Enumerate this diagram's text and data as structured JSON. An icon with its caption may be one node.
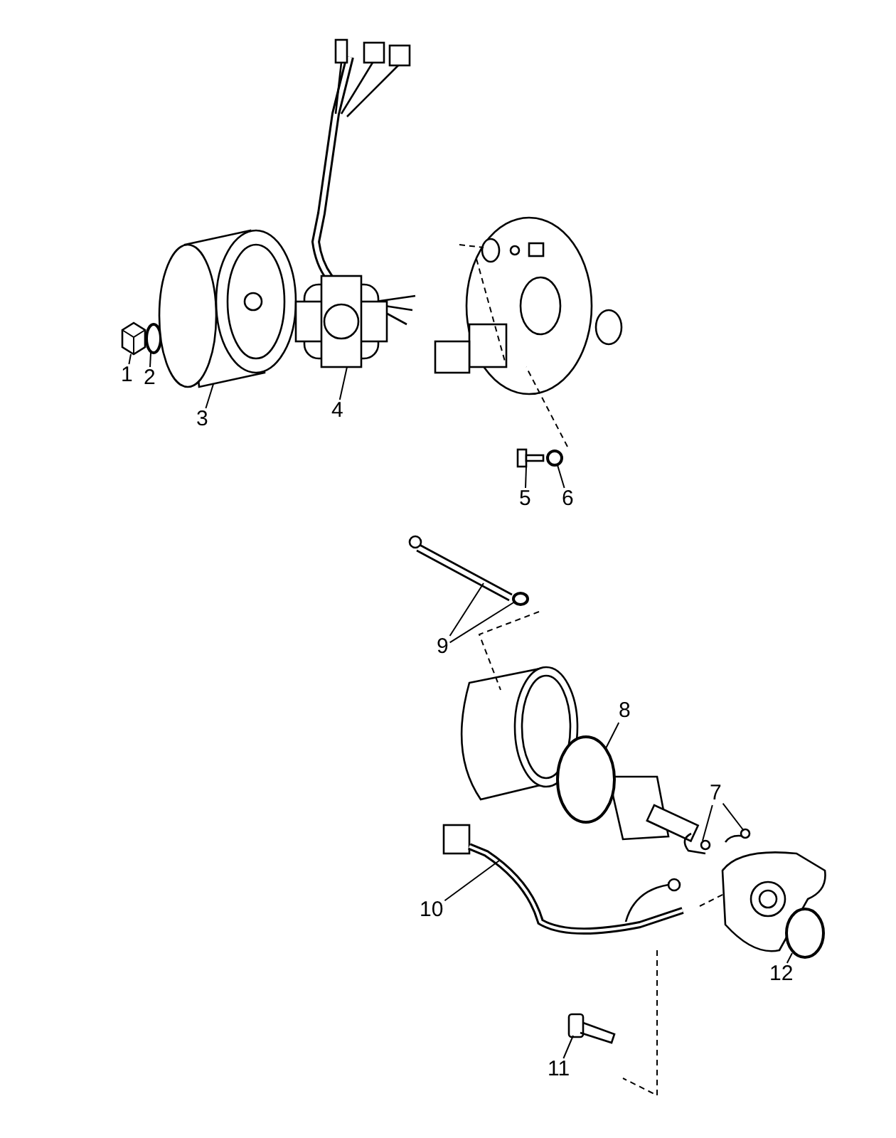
{
  "diagram": {
    "nodes": [
      {
        "text": [
          "1"
        ]
      },
      {
        "text": [
          "2"
        ]
      },
      {
        "text": [
          "3"
        ]
      },
      {
        "text": [
          "4"
        ]
      },
      {
        "text": [
          "5"
        ]
      },
      {
        "text": [
          "6"
        ]
      },
      {
        "text": [
          "7"
        ]
      },
      {
        "text": [
          "8"
        ]
      },
      {
        "text": [
          "9"
        ]
      },
      {
        "text": [
          "10"
        ]
      },
      {
        "text": [
          "11"
        ]
      },
      {
        "text": [
          "12"
        ]
      },
      {
        "text": [],
        "shape": "picture"
      },
      {
        "text": [],
        "shape": "circle"
      },
      {
        "text": [],
        "shape": "picture"
      },
      {
        "text": [],
        "shape": "picture"
      },
      {
        "text": [],
        "shape": "picture"
      },
      {
        "text": [],
        "shape": "circle"
      },
      {
        "text": [],
        "shape": "picture"
      },
      {
        "text": [],
        "shape": "picture"
      },
      {
        "text": [],
        "shape": "circle"
      },
      {
        "text": [],
        "shape": "picture"
      },
      {
        "text": [],
        "shape": "circle"
      },
      {
        "text": [],
        "shape": "picture"
      },
      {
        "text": [],
        "shape": "picture"
      },
      {
        "text": [],
        "shape": "circle"
      }
    ],
    "edges": [
      {
        "from": 0,
        "to": 12,
        "arrow": "none"
      },
      {
        "from": 1,
        "to": 13,
        "arrow": "none"
      },
      {
        "from": 2,
        "to": 14,
        "arrow": "none"
      },
      {
        "from": 3,
        "to": 15,
        "arrow": "none"
      },
      {
        "from": 4,
        "to": 16,
        "arrow": "none"
      },
      {
        "from": 5,
        "to": 17,
        "arrow": "none"
      },
      {
        "from": 6,
        "to": 18,
        "arrow": "none"
      },
      {
        "from": 6,
        "to": 19,
        "arrow": "none"
      },
      {
        "from": 7,
        "to": 20,
        "arrow": "none"
      },
      {
        "from": 8,
        "to": 21,
        "arrow": "none"
      },
      {
        "from": 8,
        "to": 22,
        "arrow": "none"
      },
      {
        "from": 9,
        "to": 23,
        "arrow": "none"
      },
      {
        "from": 10,
        "to": 24,
        "arrow": "none"
      },
      {
        "from": 11,
        "to": 25,
        "arrow": "none"
      }
    ]
  }
}
